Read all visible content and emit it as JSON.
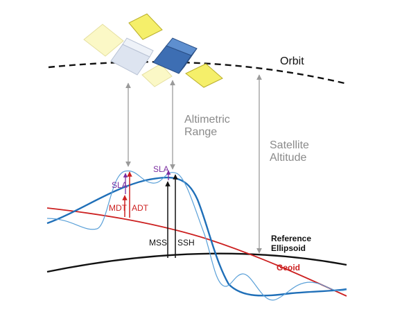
{
  "labels": {
    "orbit": "Orbit",
    "altimetric_range_line1": "Altimetric",
    "altimetric_range_line2": "Range",
    "satellite_altitude_line1": "Satellite",
    "satellite_altitude_line2": "Altitude",
    "reference_ellipsoid_line1": "Reference",
    "reference_ellipsoid_line2": "Ellipsoid",
    "geoid": "Geoid",
    "mss": "MSS",
    "ssh": "SSH",
    "mdt": "MDT",
    "adt": "ADT",
    "sla_left": "SLA",
    "sla_right": "SLA"
  },
  "colors": {
    "orbit_line": "#111111",
    "geoid_line": "#cc2020",
    "ellipsoid_line": "#111111",
    "mean_surface_line": "#1f6fb8",
    "instant_surface_line": "#5aa0d8",
    "range_arrow": "#9a9a9a",
    "mss_ssh_arrow": "#111111",
    "mdt_adt_arrow": "#cc2020",
    "sla_arrow": "#7a2ea0",
    "satellite_body_left": "#dde4f0",
    "satellite_body_right": "#3d6eb3",
    "solar_panel": "#f5ef6a",
    "solar_panel_faded": "#fbf8c6"
  },
  "icons": {
    "satellite_left": "satellite-icon",
    "satellite_right": "satellite-icon"
  }
}
